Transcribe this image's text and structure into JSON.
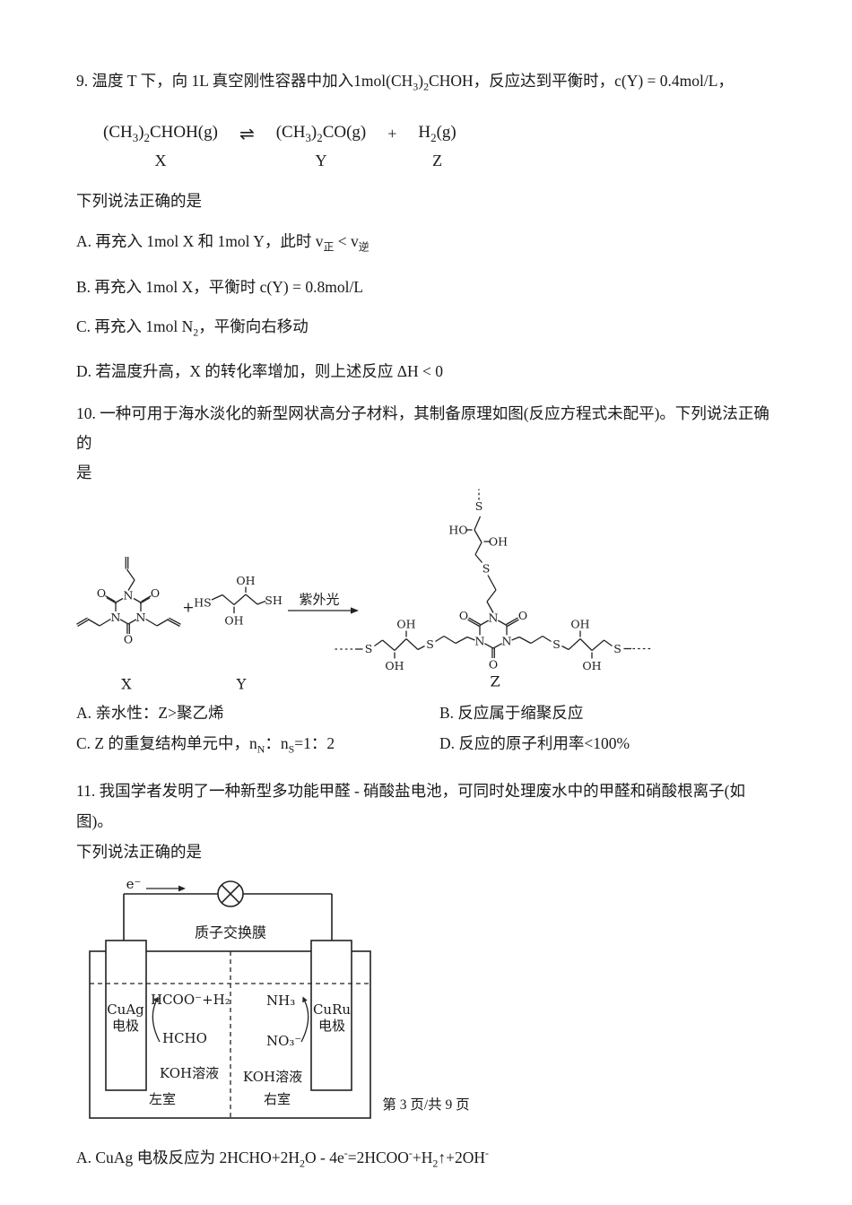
{
  "page": {
    "footer": "第 3 页/共 9 页"
  },
  "q9": {
    "stem": "9. 温度 T 下，向 1L 真空刚性容器中加入1mol(CH_{3})_{2}CHOH，反应达到平衡时，c(Y) = 0.4mol/L，",
    "equation": {
      "reactant": "(CH_{3})_{2}CHOH(g)",
      "reactant_label": "X",
      "arrow": "⇌",
      "product1": "(CH_{3})_{2}CO(g)",
      "product1_label": "Y",
      "plus": "+",
      "product2": "H_{2}(g)",
      "product2_label": "Z"
    },
    "prompt": "下列说法正确的是",
    "options": {
      "A": "A. 再充入 1mol X 和 1mol Y，此时 v_{正} < v_{逆}",
      "B": "B. 再充入 1mol X，平衡时 c(Y) = 0.8mol/L",
      "C": "C. 再充入 1mol N_{2}，平衡向右移动",
      "D": "D. 若温度升高，X 的转化率增加，则上述反应 ΔH < 0"
    }
  },
  "q10": {
    "stem_line1": "10. 一种可用于海水淡化的新型网状高分子材料，其制备原理如图(反应方程式未配平)。下列说法正确的",
    "stem_line2": "是",
    "scheme": {
      "plus": "+",
      "condition": "紫外光",
      "x_label": "X",
      "y_label": "Y",
      "z_label": "Z",
      "atom_O": "O",
      "atom_N": "N",
      "atom_S": "S",
      "atom_OH": "OH",
      "atom_HO": "HO",
      "atom_HS": "HS",
      "atom_SH": "SH"
    },
    "options": {
      "A": "A. 亲水性：Z>聚乙烯",
      "B": "B. 反应属于缩聚反应",
      "C": "C. Z 的重复结构单元中，n_{N}：n_{S}=1：2",
      "D": "D. 反应的原子利用率<100%"
    }
  },
  "q11": {
    "stem_line1": "11. 我国学者发明了一种新型多功能甲醛 - 硝酸盐电池，可同时处理废水中的甲醛和硝酸根离子(如图)。",
    "stem_line2": "下列说法正确的是",
    "battery": {
      "electron": "e⁻",
      "membrane": "质子交换膜",
      "anode_name": "CuAg",
      "anode_label": "电极",
      "cathode_name": "CuRu",
      "cathode_label": "电极",
      "anode_product": "HCOO⁻+H₂",
      "anode_reactant": "HCHO",
      "cathode_product": "NH₃",
      "cathode_reactant": "NO₃⁻",
      "solution_left": "KOH溶液",
      "solution_right": "KOH溶液",
      "chamber_left": "左室",
      "chamber_right": "右室"
    },
    "optionA": "A. CuAg 电极反应为 2HCHO+2H_{2}O - 4e^{-}=2HCOO^{-}+H_{2}↑+2OH^{-}"
  }
}
